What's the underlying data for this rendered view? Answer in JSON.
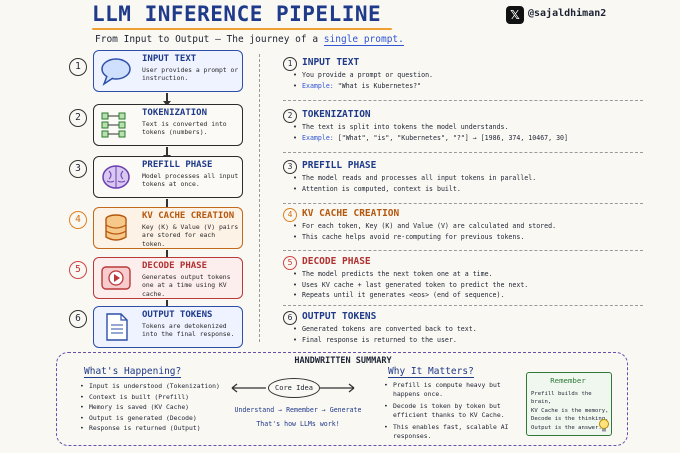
{
  "header": {
    "title": "LLM INFERENCE PIPELINE",
    "subtitle_prefix": "From Input to Output – The journey of a ",
    "subtitle_highlight": "single prompt.",
    "handle": "@sajaldhiman2",
    "x_logo_glyph": "𝕏"
  },
  "colors": {
    "title_blue": "#1f3a8a",
    "accent_orange": "#e08020",
    "accent_red": "#d04545",
    "link_blue": "#2f55d4",
    "summary_border": "#6a4fb0",
    "remember_green": "#2f7a3a"
  },
  "pipeline": [
    {
      "num": "1",
      "title": "INPUT TEXT",
      "desc": "User provides a prompt or instruction.",
      "icon": "speech-bubble-icon",
      "tone": "blue"
    },
    {
      "num": "2",
      "title": "TOKENIZATION",
      "desc": "Text is converted into tokens (numbers).",
      "icon": "token-grid-icon",
      "tone": "plain"
    },
    {
      "num": "3",
      "title": "PREFILL PHASE",
      "desc": "Model processes all input tokens at once.",
      "icon": "brain-icon",
      "tone": "plain"
    },
    {
      "num": "4",
      "title": "KV CACHE CREATION",
      "desc": "Key (K) & Value (V) pairs are stored for each token.",
      "icon": "database-icon",
      "tone": "orange"
    },
    {
      "num": "5",
      "title": "DECODE PHASE",
      "desc": "Generates output tokens one at a time using KV cache.",
      "icon": "play-icon",
      "tone": "red"
    },
    {
      "num": "6",
      "title": "OUTPUT TOKENS",
      "desc": "Tokens are detokenized into the final response.",
      "icon": "document-icon",
      "tone": "blue"
    }
  ],
  "details": [
    {
      "num": "1",
      "title": "INPUT TEXT",
      "bullets": [
        "You provide a prompt or question."
      ],
      "example_label": "Example:",
      "example": "\"What is Kubernetes?\""
    },
    {
      "num": "2",
      "title": "TOKENIZATION",
      "bullets": [
        "The text is split into tokens the model understands."
      ],
      "example_label": "Example:",
      "example": "[\"What\", \"is\", \"Kubernetes\", \"?\"]  →  [1986, 374, 10467, 30]"
    },
    {
      "num": "3",
      "title": "PREFILL PHASE",
      "bullets": [
        "The model reads and processes all input tokens in parallel.",
        "Attention is computed, context is built."
      ]
    },
    {
      "num": "4",
      "title": "KV CACHE CREATION",
      "bullets": [
        "For each token, Key (K) and Value (V) are calculated and stored.",
        "This cache helps avoid re-computing for previous tokens."
      ]
    },
    {
      "num": "5",
      "title": "DECODE PHASE",
      "bullets": [
        "The model predicts the next token one at a time.",
        "Uses KV cache + last generated token to predict the next.",
        "Repeats until it generates <eos> (end of sequence)."
      ]
    },
    {
      "num": "6",
      "title": "OUTPUT TOKENS",
      "bullets": [
        "Generated tokens are converted back to text.",
        "Final response is returned to the user."
      ]
    }
  ],
  "summary": {
    "title": "HANDWRITTEN SUMMARY",
    "whats_happening_title": "What's Happening?",
    "whats_happening": [
      "Input is understood (Tokenization)",
      "Context is built (Prefill)",
      "Memory is saved (KV Cache)",
      "Output is generated (Decode)",
      "Response is returned (Output)"
    ],
    "core_idea": "Core Idea",
    "flow": "Understand → Remember → Generate",
    "tagline": "That's how LLMs work!",
    "why_title": "Why It Matters?",
    "why": [
      "Prefill is compute heavy but happens once.",
      "Decode is token by token but efficient thanks to KV Cache.",
      "This enables fast, scalable AI responses."
    ],
    "remember_title": "Remember",
    "remember_lines": [
      "Prefill builds the brain,",
      "KV Cache is the memory,",
      "Decode is the thinking.",
      "Output is the answer."
    ]
  }
}
